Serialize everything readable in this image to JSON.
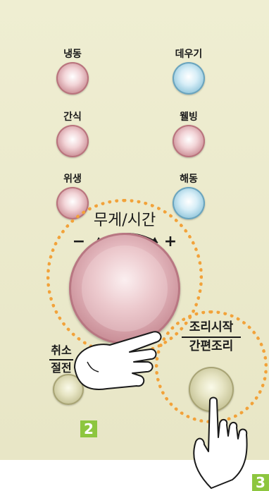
{
  "buttons": {
    "thaw_label": "냉동",
    "warm_label": "데우기",
    "snack_label": "간식",
    "wellbeing_label": "웰빙",
    "hygiene_label": "위생",
    "defrost_label": "해동"
  },
  "dial": {
    "title": "무게/시간",
    "minus": "−",
    "plus": "+"
  },
  "cancel": {
    "line1": "취소",
    "line2": "절전"
  },
  "start": {
    "line1": "조리시작",
    "line2": "간편조리"
  },
  "steps": {
    "two": "2",
    "three": "3"
  },
  "colors": {
    "panel": "#efeed2",
    "highlight_dots": "#f2a23a",
    "step_badge": "#8dc63f"
  }
}
